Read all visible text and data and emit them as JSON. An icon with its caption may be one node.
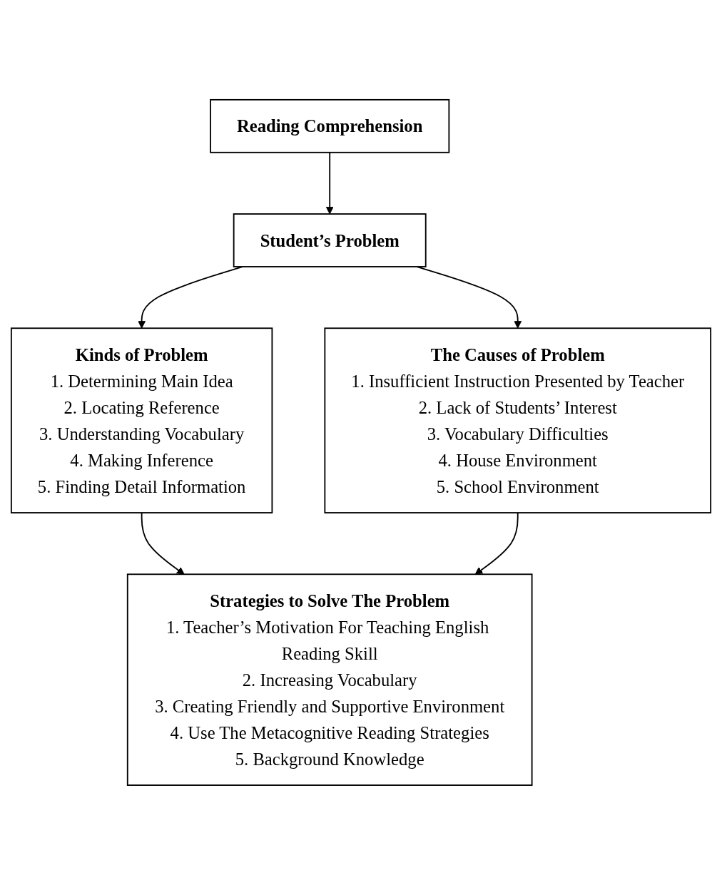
{
  "diagram": {
    "nodes": [
      {
        "text": [
          "Reading Comprehension"
        ]
      },
      {
        "text": [
          "Student’s Problem"
        ]
      },
      {
        "text": [
          "Kinds of Problem",
          "1. Determining Main Idea",
          "2. Locating Reference",
          "3. Understanding Vocabulary",
          "4. Making Inference",
          "5. Finding Detail Information"
        ]
      },
      {
        "text": [
          "The Causes of Problem",
          "1. Insufficient Instruction Presented by Teacher",
          "2. Lack of Students’ Interest",
          "3. Vocabulary Difficulties",
          "4. House Environment",
          "5. School Environment"
        ]
      },
      {
        "text": [
          "Strategies to Solve The Problem",
          "1. Teacher’s Motivation For Teaching English Reading Skill",
          "2. Increasing Vocabulary",
          "3. Creating Friendly and Supportive Environment",
          "4. Use The Metacognitive Reading Strategies",
          "5. Background Knowledge"
        ]
      }
    ],
    "edges": [
      {
        "from": 0,
        "to": 1,
        "arrow": "to"
      },
      {
        "from": 1,
        "to": 2,
        "arrow": "to"
      },
      {
        "from": 1,
        "to": 3,
        "arrow": "to"
      },
      {
        "from": 2,
        "to": 4,
        "arrow": "to"
      },
      {
        "from": 3,
        "to": 4,
        "arrow": "to"
      }
    ]
  }
}
